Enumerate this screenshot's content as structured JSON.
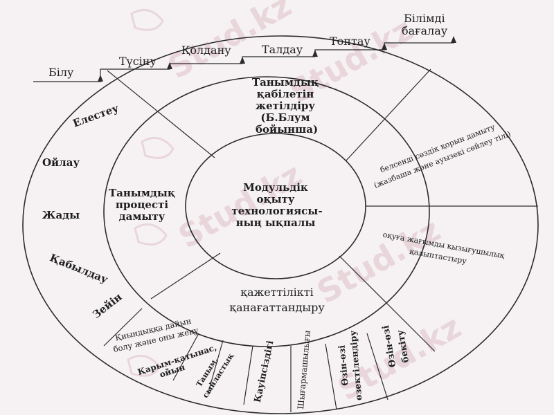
{
  "colors": {
    "ink": "#2b2b2b",
    "paper": "#f6f2f4",
    "watermark": "#e7d3d9"
  },
  "watermark": {
    "text": "Stud.kz",
    "icon": "hummingbird-logo-icon"
  },
  "center": {
    "lines": [
      "Модульдік",
      "оқыту",
      "технологиясы-",
      "ның ықпалы"
    ]
  },
  "middle": {
    "top": {
      "lines": [
        "Танымдық",
        "қабілетін",
        "жетілдіру",
        "(Б.Блум",
        "бойынша)"
      ]
    },
    "left": {
      "lines": [
        "Танымдық",
        "процесті",
        "дамыту"
      ]
    },
    "bottom": {
      "lines": [
        "қажеттілікті",
        "қанағаттандыру"
      ]
    }
  },
  "outer": {
    "left_items": [
      "Елестеу",
      "Ойлау",
      "Жады",
      "Қабылдау",
      "Зейін"
    ],
    "right_upper": [
      "белсенді сөздік қорын дамыту",
      "(жазбаша және ауызекі сөйлеу тілі)"
    ],
    "right_lower": [
      "оқуға жағымды қызығушылық",
      "қалыптастыру"
    ],
    "bottom_items": [
      [
        "Қиындыққа дайын",
        "болу және оны жеңу"
      ],
      [
        "Қарым-қатынас,",
        "ойын"
      ],
      [
        "Таным,",
        "сыйластық"
      ],
      [
        "Қауіпсіздігі"
      ],
      [
        "Шығармашылығы"
      ],
      [
        "Өзін-өзі",
        "өзектілендіру"
      ],
      [
        "Өзін-өзі",
        "бекіту"
      ]
    ]
  },
  "bloom_steps": [
    "Білу",
    "Түсіну",
    "Қолдану",
    "Талдау",
    "Топтау",
    "Білімді",
    "бағалау"
  ]
}
